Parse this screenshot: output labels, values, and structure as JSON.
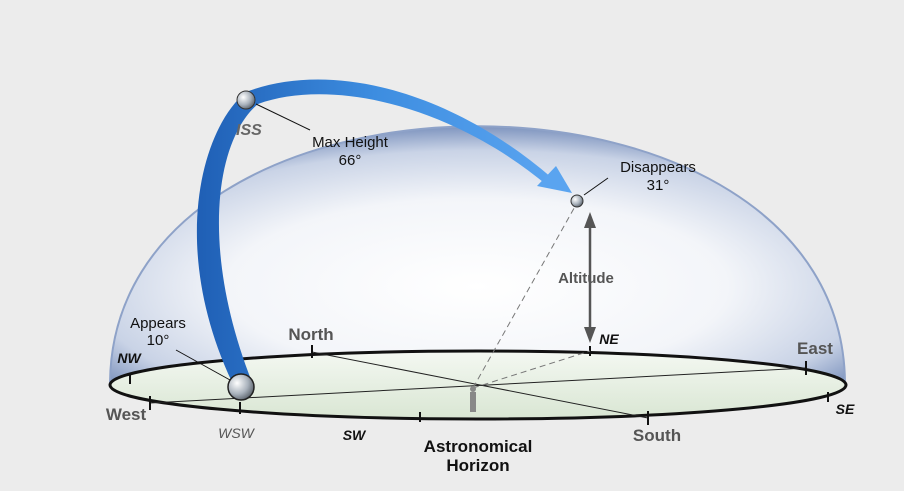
{
  "diagram": {
    "satellite_label": "ISS",
    "max_height": {
      "label": "Max Height",
      "value": "66°"
    },
    "appears": {
      "label": "Appears",
      "value": "10°"
    },
    "disappears": {
      "label": "Disappears",
      "value": "31°"
    },
    "altitude_label": "Altitude",
    "horizon_label": {
      "line1": "Astronomical",
      "line2": "Horizon"
    },
    "directions": {
      "north": "North",
      "south": "South",
      "east": "East",
      "west": "West",
      "nw": "NW",
      "ne": "NE",
      "se": "SE",
      "sw": "SW",
      "wsw": "WSW"
    },
    "colors": {
      "dome_edge": "#7a8fb8",
      "dome_fill": "#f2f4f8",
      "path_blue": "#2f7ad3",
      "horizon_fill": "#e6efe3",
      "label_gray": "#555555"
    }
  }
}
